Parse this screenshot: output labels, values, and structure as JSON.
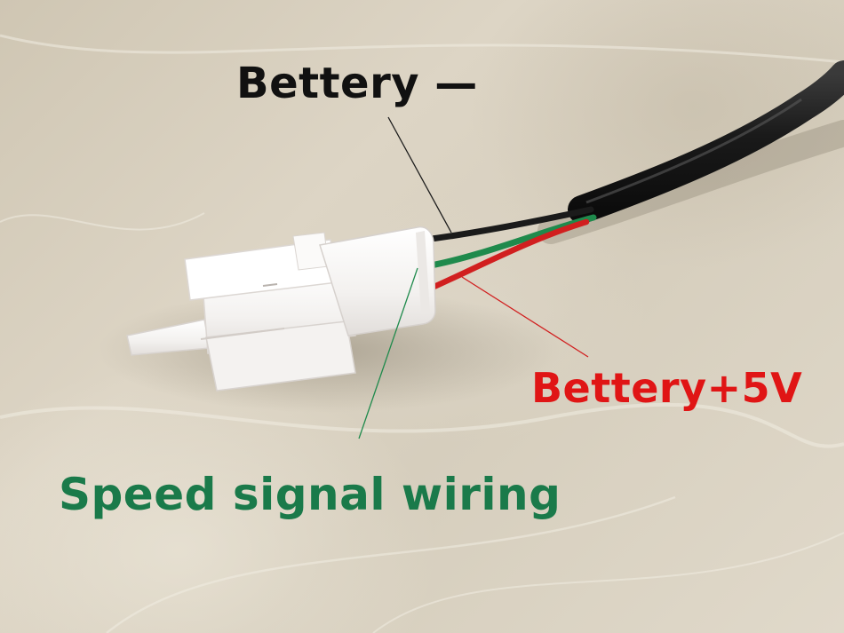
{
  "labels": {
    "negative": "Bettery —",
    "positive": "Bettery+5V",
    "signal": "Speed signal wiring"
  },
  "colors": {
    "negative_text": "#111111",
    "positive_text": "#e01515",
    "signal_text": "#1a7a4a",
    "wire_black": "#1b1b1b",
    "wire_green": "#1f8a4c",
    "wire_red": "#d11f1f",
    "cable_jacket": "#1e1e1e",
    "connector_body": "#f6f4f2"
  }
}
